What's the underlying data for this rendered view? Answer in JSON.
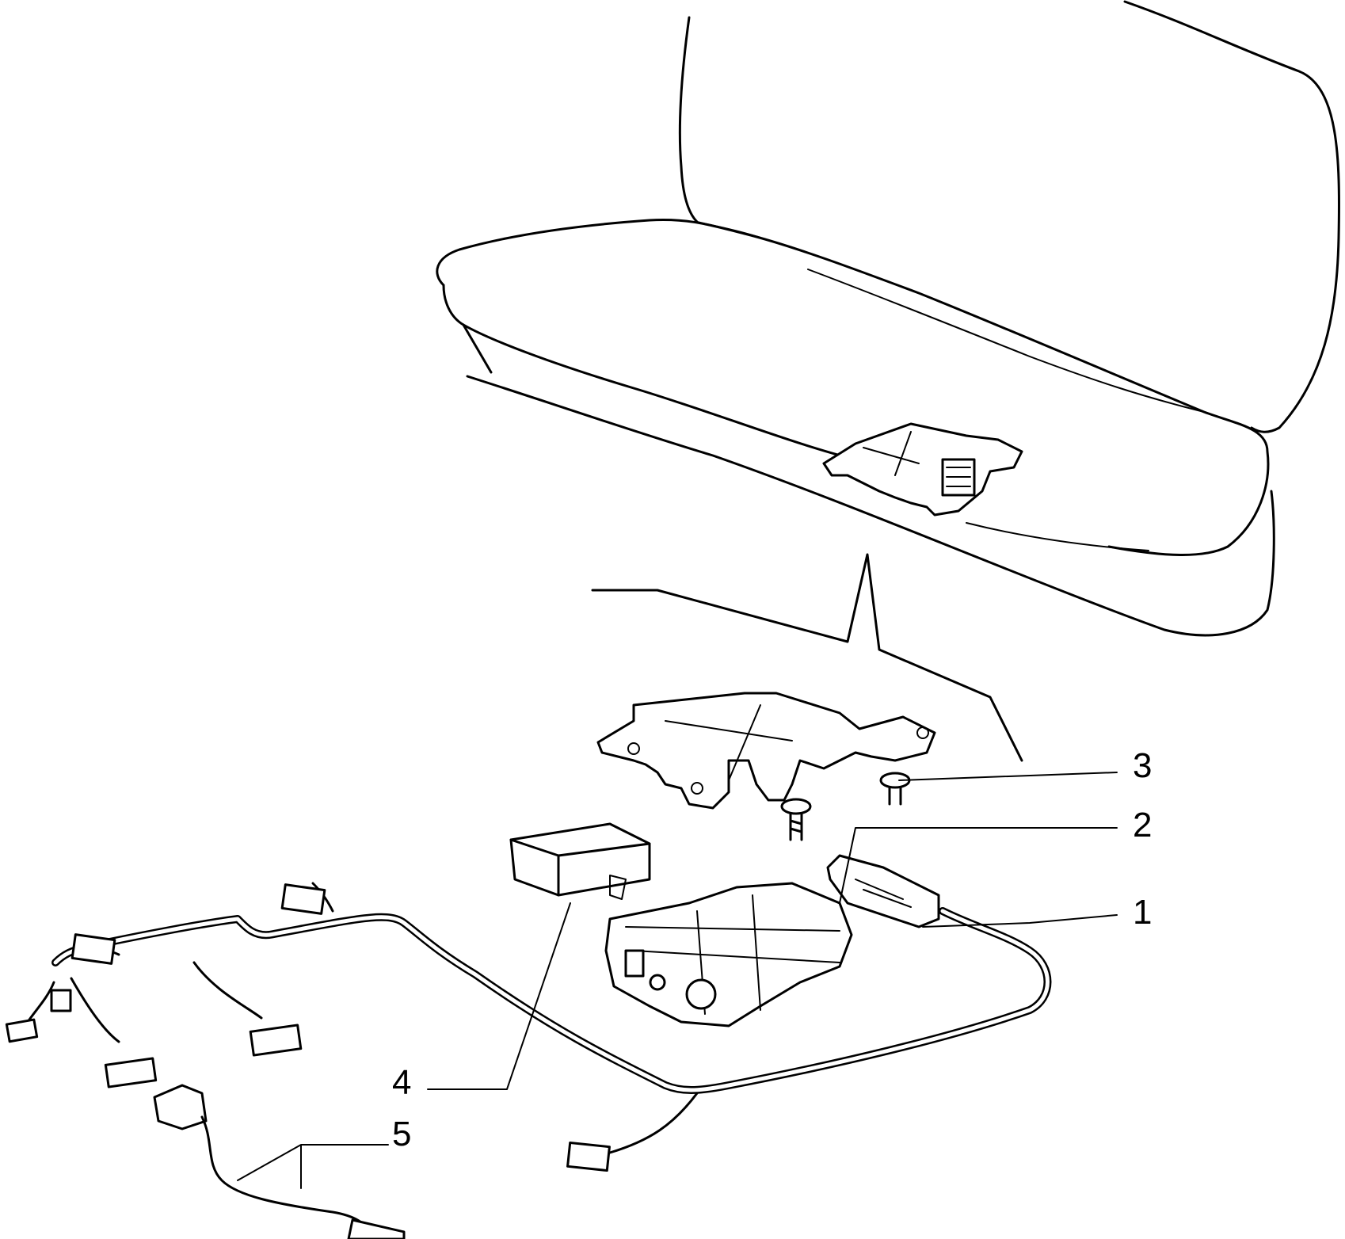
{
  "callouts": [
    {
      "id": "harness",
      "label": "1"
    },
    {
      "id": "control-unit",
      "label": "2"
    },
    {
      "id": "bracket-screws",
      "label": "3"
    },
    {
      "id": "relay-module",
      "label": "4"
    },
    {
      "id": "sensor-cable",
      "label": "5"
    }
  ]
}
